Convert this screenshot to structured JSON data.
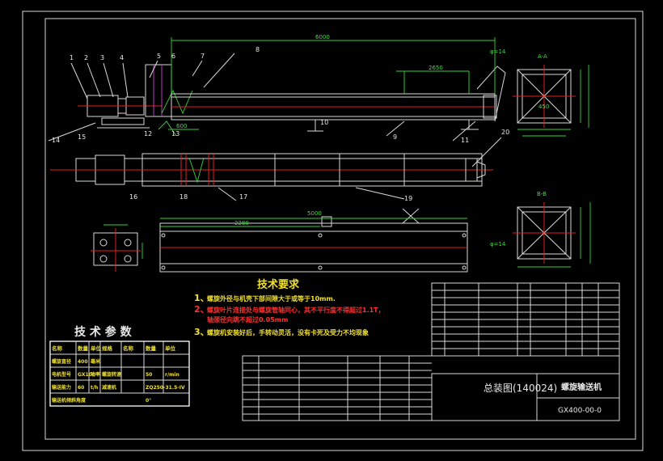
{
  "title_block": {
    "drawing_name": "螺旋输送机",
    "drawing_code": "GX400-00-0",
    "sheet_label": "总装图(140024)"
  },
  "tech_requirements": {
    "heading": "技术要求",
    "items": [
      {
        "num": "1、",
        "text": "螺旋外径与机壳下部间隙大于或等于10mm.",
        "color": "#f0e030"
      },
      {
        "num": "2、",
        "text": "螺旋叶片连接处与螺旋管轴同心，其不平行度不得超过1.1T，",
        "color": "#ff3030"
      },
      {
        "num": "",
        "text": "轴颈径向跳不超过0.05mm",
        "color": "#ff3030"
      },
      {
        "num": "3、",
        "text": "螺旋机安装好后，手转动灵活，没有卡死及受力不均现象",
        "color": "#f0e030"
      }
    ]
  },
  "tech_params": {
    "heading": "技 术 参 数",
    "header": [
      "名称",
      "数量",
      "单位",
      "规格",
      "名称",
      "数量",
      "单位"
    ],
    "rows": [
      [
        "螺旋直径",
        "400",
        "毫米",
        "",
        "",
        "",
        ""
      ],
      [
        "电机型号",
        "GX100",
        "功率",
        "螺旋转速",
        "",
        "50",
        "r/min"
      ],
      [
        "输送能力",
        "60",
        "t/h",
        "减速机",
        "",
        "ZQ250-31.5-IV",
        ""
      ],
      [
        "输送机倾斜角度",
        "",
        "",
        "",
        "",
        "0°",
        ""
      ]
    ]
  },
  "dimensions": {
    "overall_length": "6000",
    "mid_length": "2650",
    "hopper_width": "600",
    "base_length": "5000",
    "span": "2280",
    "flange_side": "450",
    "dia_label": "φ=14"
  },
  "part_labels": [
    "1",
    "2",
    "3",
    "4",
    "5",
    "6",
    "7",
    "8",
    "9",
    "10",
    "11",
    "12",
    "13",
    "14",
    "15",
    "16",
    "17",
    "18",
    "19",
    "20"
  ],
  "section_labels": {
    "a": "A-A",
    "b": "B-B"
  }
}
